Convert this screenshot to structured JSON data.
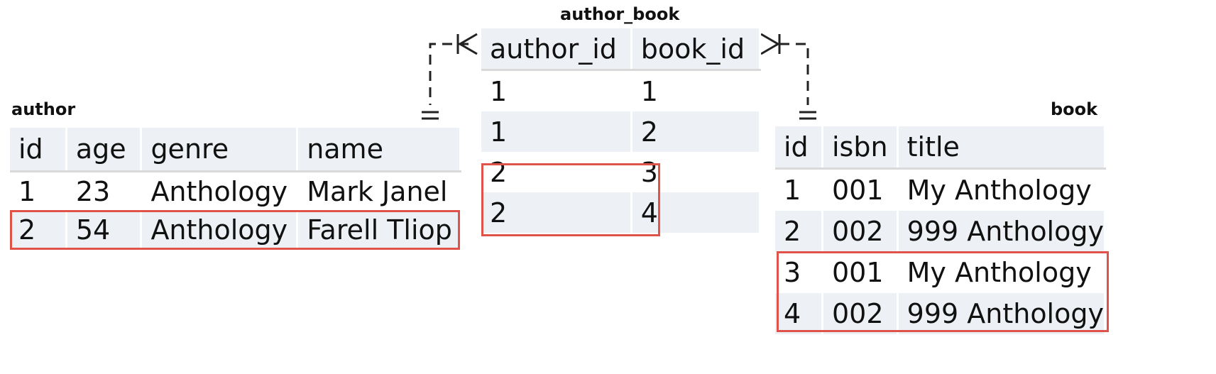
{
  "author": {
    "title": "author",
    "columns": [
      "id",
      "age",
      "genre",
      "name"
    ],
    "rows": [
      [
        "1",
        "23",
        "Anthology",
        "Mark Janel"
      ],
      [
        "2",
        "54",
        "Anthology",
        "Farell Tliop"
      ]
    ],
    "highlighted_rows": [
      2
    ]
  },
  "author_book": {
    "title": "author_book",
    "columns": [
      "author_id",
      "book_id"
    ],
    "rows": [
      [
        "1",
        "1"
      ],
      [
        "1",
        "2"
      ],
      [
        "2",
        "3"
      ],
      [
        "2",
        "4"
      ]
    ],
    "highlighted_rows": [
      3,
      4
    ]
  },
  "book": {
    "title": "book",
    "columns": [
      "id",
      "isbn",
      "title"
    ],
    "rows": [
      [
        "1",
        "001",
        "My Anthology"
      ],
      [
        "2",
        "002",
        "999 Anthology"
      ],
      [
        "3",
        "001",
        "My Anthology"
      ],
      [
        "4",
        "002",
        "999 Anthology"
      ]
    ],
    "highlighted_rows": [
      3,
      4
    ]
  },
  "colors": {
    "highlight": "#e0534a",
    "row_shade": "#edf1f5",
    "connector": "#222222"
  },
  "relationships": [
    {
      "from": "author",
      "to": "author_book",
      "from_end": "one",
      "to_end": "many"
    },
    {
      "from": "book",
      "to": "author_book",
      "from_end": "one",
      "to_end": "many"
    }
  ]
}
